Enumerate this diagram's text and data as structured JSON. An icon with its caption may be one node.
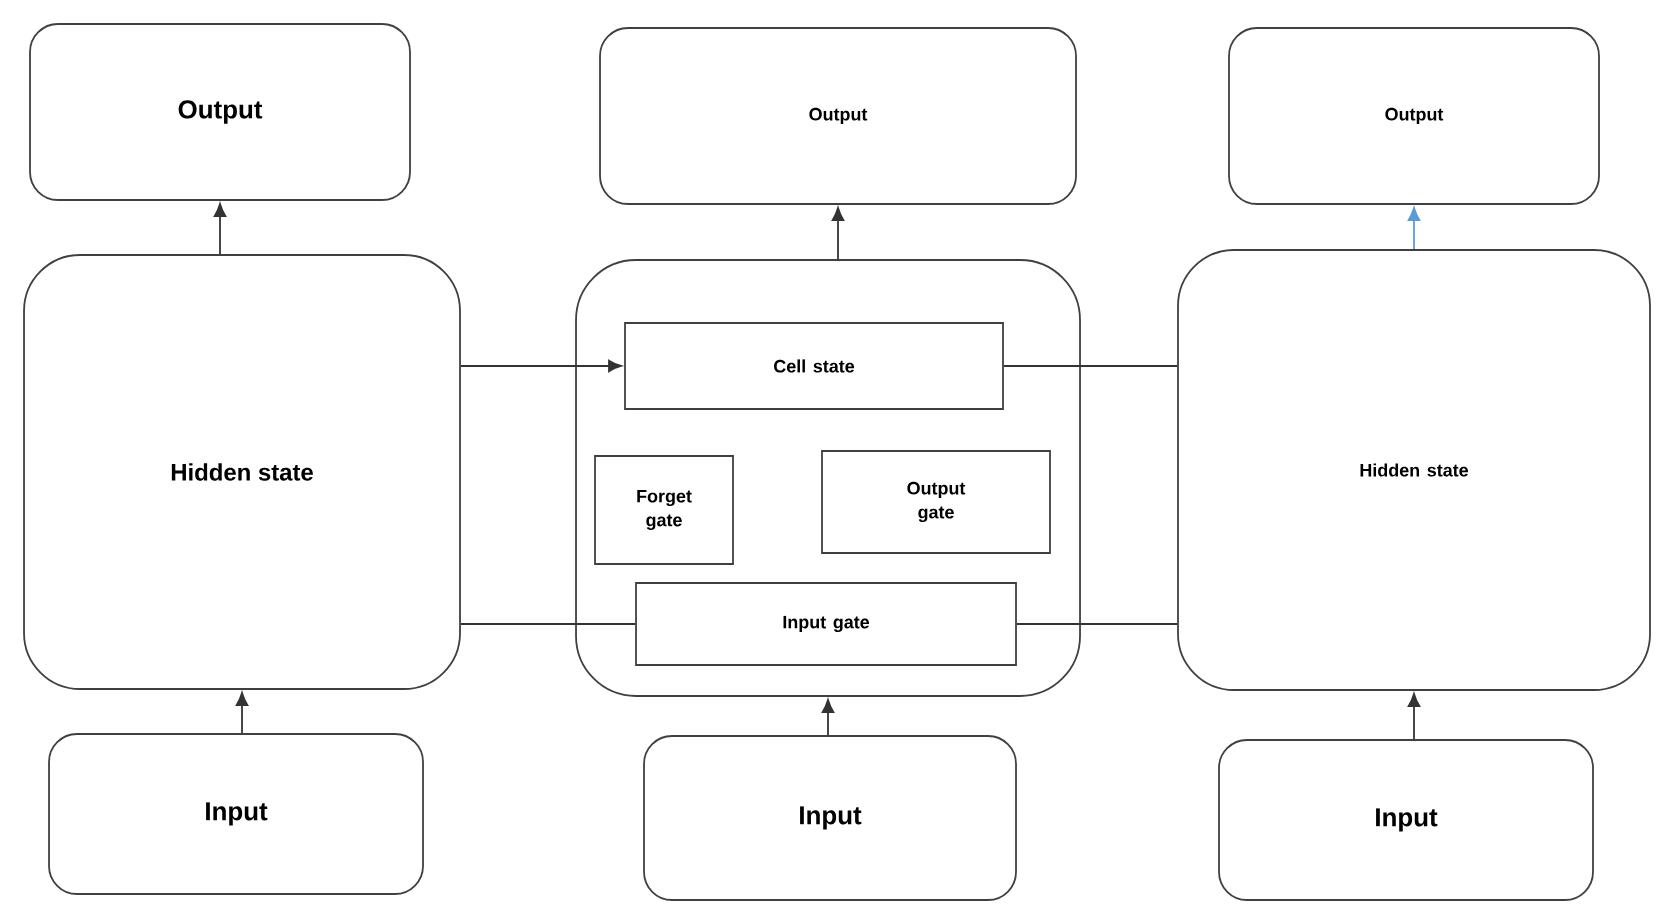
{
  "diagram": {
    "nodes": [
      {
        "text": [
          "Output"
        ]
      },
      {
        "text": [
          "Output"
        ]
      },
      {
        "text": [
          "Output"
        ]
      },
      {
        "text": [
          "Hidden state"
        ]
      },
      {
        "text": [],
        "shape": "box"
      },
      {
        "text": [
          "Cell state"
        ],
        "in": 4
      },
      {
        "text": [
          "Forget gate"
        ],
        "in": 4
      },
      {
        "text": [
          "Output gate"
        ],
        "in": 4
      },
      {
        "text": [
          "Input gate"
        ],
        "in": 4
      },
      {
        "text": [
          "Hidden state"
        ]
      },
      {
        "text": [
          "Input"
        ]
      },
      {
        "text": [
          "Input"
        ]
      },
      {
        "text": [
          "Input"
        ]
      }
    ],
    "edges": [
      {
        "from": 3,
        "to": 0,
        "arrow": "to"
      },
      {
        "from": 4,
        "to": 1,
        "arrow": "to"
      },
      {
        "from": 9,
        "to": 2,
        "arrow": "to",
        "color": "#5b9bd5"
      },
      {
        "from": 10,
        "to": 3,
        "arrow": "to"
      },
      {
        "from": 11,
        "to": 4,
        "arrow": "to"
      },
      {
        "from": 12,
        "to": 9,
        "arrow": "to"
      },
      {
        "from": 3,
        "to": 5,
        "arrow": "to"
      },
      {
        "from": 5,
        "to": 9,
        "arrow": "none"
      },
      {
        "from": 3,
        "to": 8,
        "arrow": "none"
      },
      {
        "from": 8,
        "to": 9,
        "arrow": "none"
      }
    ]
  }
}
